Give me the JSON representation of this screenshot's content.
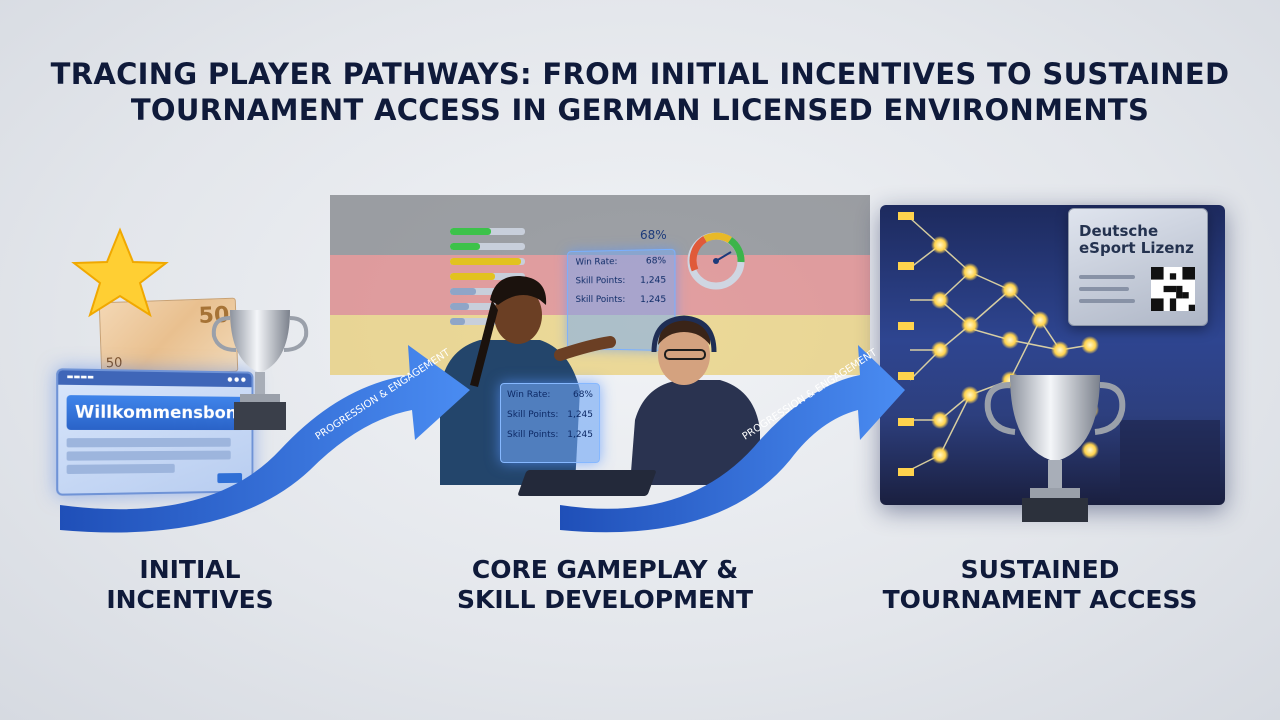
{
  "title": {
    "line1": "TRACING PLAYER PATHWAYS: FROM INITIAL INCENTIVES TO SUSTAINED",
    "line2": "TOURNAMENT ACCESS IN GERMAN LICENSED ENVIRONMENTS"
  },
  "stages": [
    {
      "line1": "INITIAL",
      "line2": "INCENTIVES"
    },
    {
      "line1": "CORE GAMEPLAY &",
      "line2": "SKILL DEVELOPMENT"
    },
    {
      "line1": "SUSTAINED",
      "line2": "TOURNAMENT ACCESS"
    }
  ],
  "arrow_label": "PROGRESSION & ENGAGEMENT",
  "bonus": {
    "banner": "Willkommensbonus",
    "note_value": "50",
    "note_mark": "50"
  },
  "gameplay": {
    "percent": "68%",
    "panel_rows": [
      {
        "label": "Win Rate:",
        "value": "68%"
      },
      {
        "label": "Skill Points:",
        "value": "1,245"
      },
      {
        "label": "Skill Points:",
        "value": "1,245"
      }
    ],
    "screen_rows": [
      {
        "label": "Win Rate:",
        "value": "68%"
      },
      {
        "label": "Skill Points:",
        "value": "1,245"
      },
      {
        "label": "Skill Points:",
        "value": "1,245"
      }
    ]
  },
  "license": {
    "line1": "Deutsche",
    "line2": "eSport Lizenz"
  },
  "colors": {
    "title": "#0f1a3a",
    "arrow": "#2f6fdb",
    "flag_black": "#5a5d63",
    "flag_red": "#d55a5a",
    "flag_gold": "#e7c24a",
    "node": "#ffd34d"
  },
  "icons": [
    "star-icon",
    "trophy-icon",
    "gauge-icon",
    "qr-code-icon",
    "headset-icon"
  ]
}
